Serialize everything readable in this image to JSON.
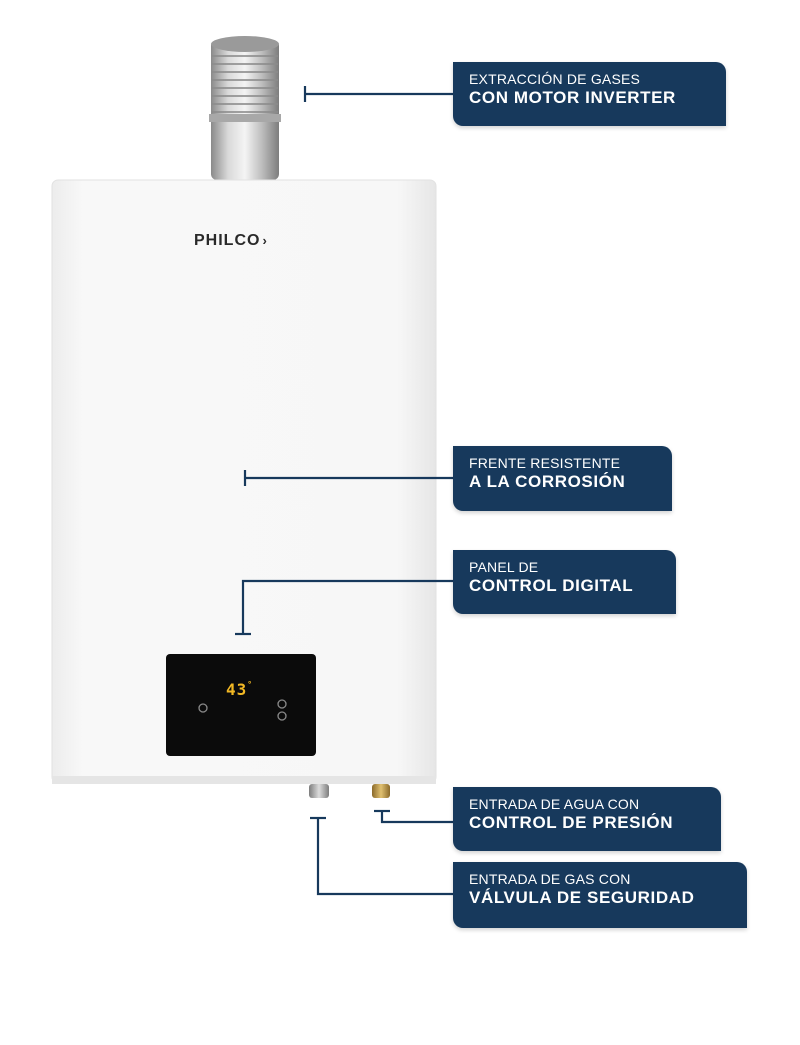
{
  "product": {
    "brand": "PHILCO",
    "display_temperature": "43"
  },
  "labels": [
    {
      "line1": "EXTRACCIÓN DE GASES",
      "line2": "CON MOTOR INVERTER"
    },
    {
      "line1": "FRENTE RESISTENTE",
      "line2": "A LA CORROSIÓN"
    },
    {
      "line1": "PANEL DE",
      "line2": "CONTROL DIGITAL"
    },
    {
      "line1": "ENTRADA DE AGUA CON",
      "line2": "CONTROL DE PRESIÓN"
    },
    {
      "line1": "ENTRADA DE GAS CON",
      "line2": "VÁLVULA DE SEGURIDAD"
    }
  ],
  "colors": {
    "label_background": "#17395c",
    "leader_line": "#17395c",
    "display_digits": "#f2b824",
    "heater_body": "#f6f6f6"
  }
}
